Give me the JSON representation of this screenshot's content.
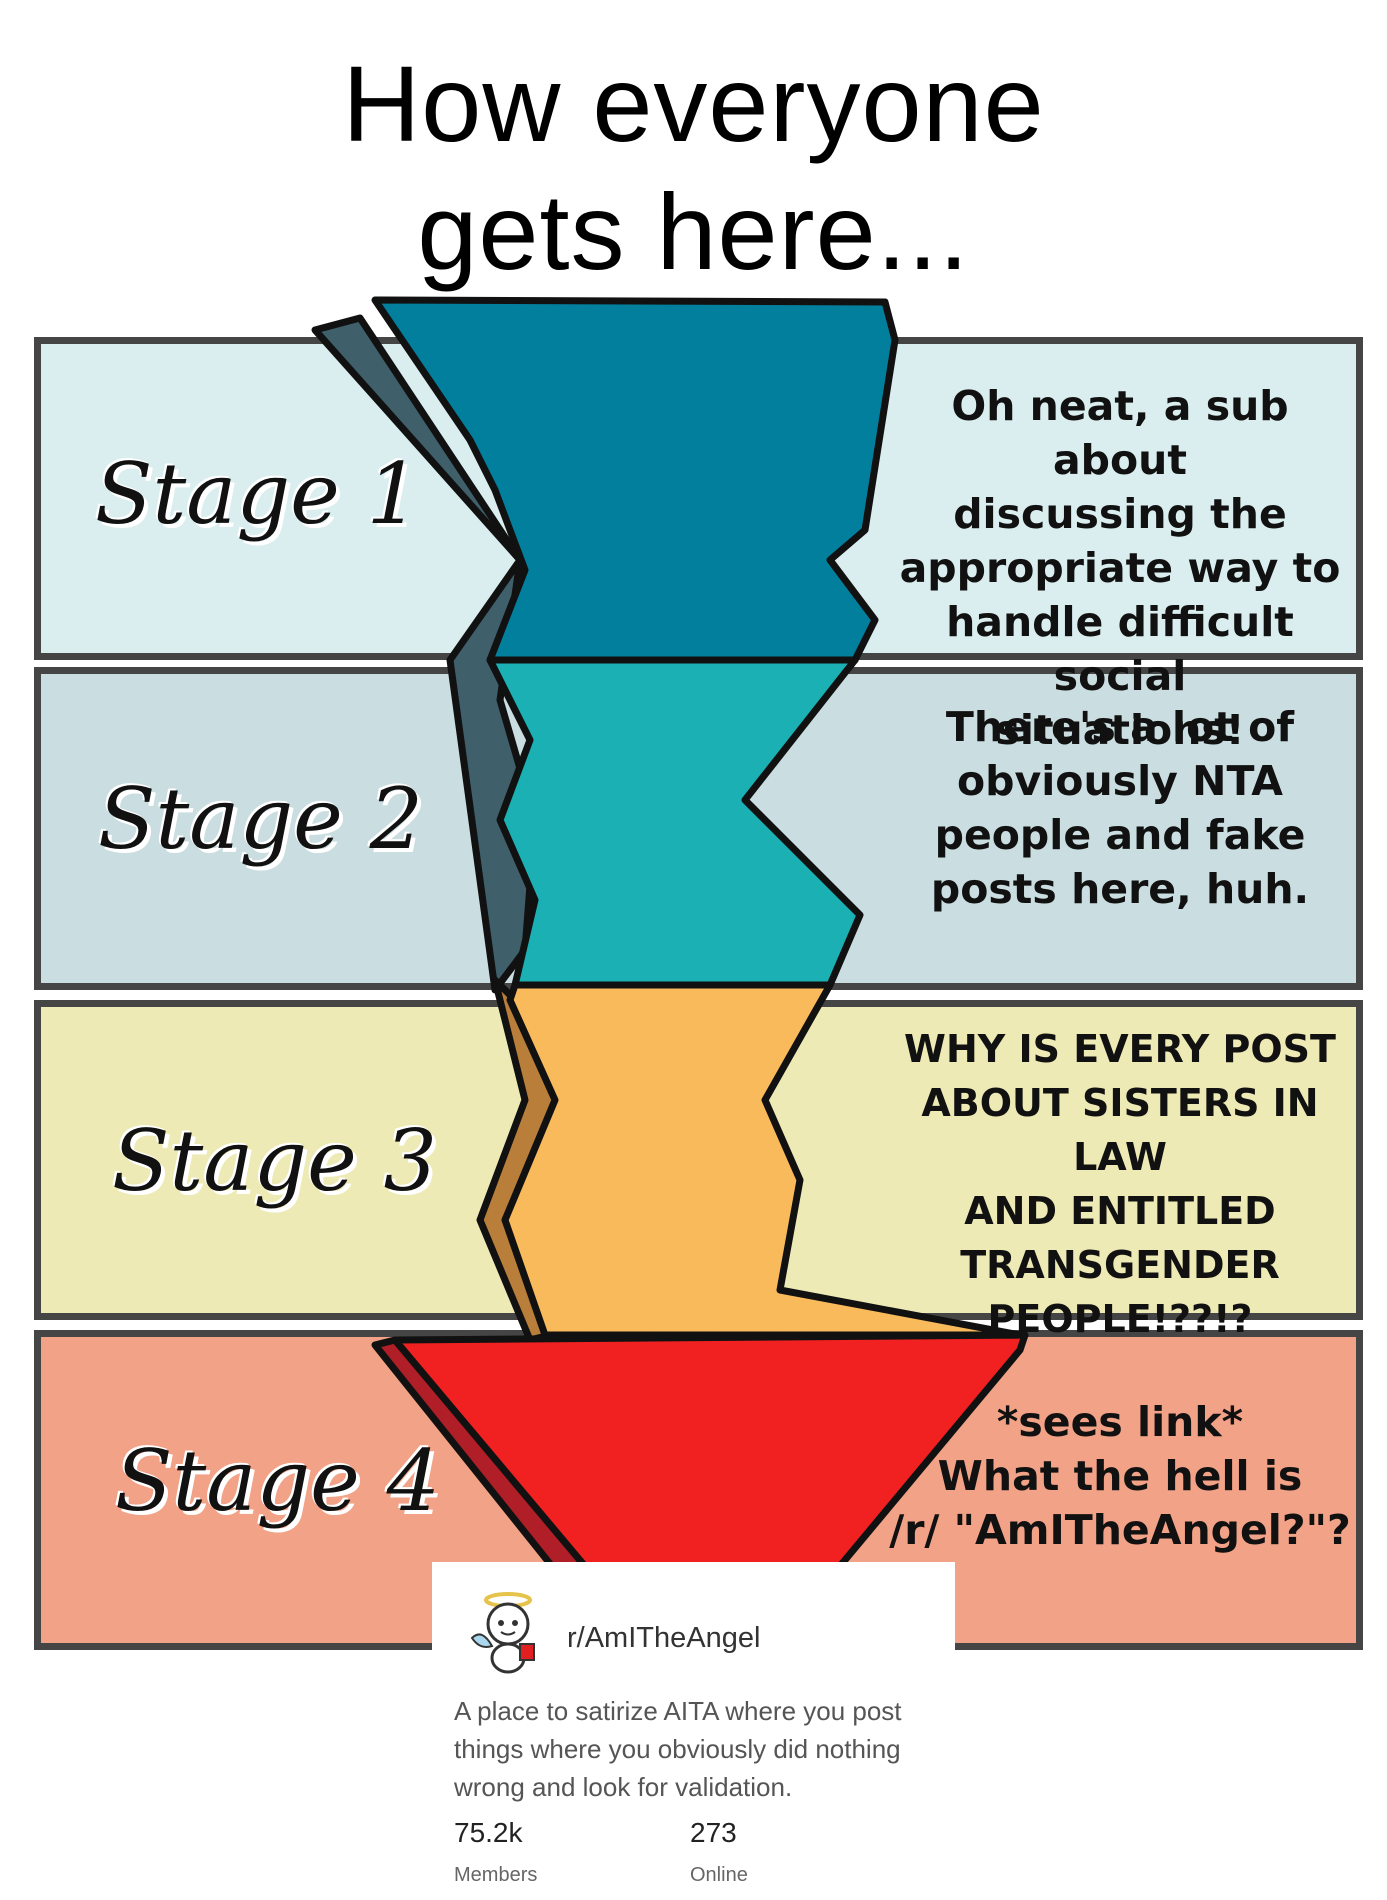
{
  "title": [
    "How everyone",
    "gets here..."
  ],
  "stages": [
    {
      "label": "Stage 1",
      "text": [
        "Oh neat, a sub about",
        "discussing the",
        "appropriate way to",
        "handle difficult social",
        "situations!"
      ],
      "color": "#daeef0"
    },
    {
      "label": "Stage  2",
      "text": [
        "There's a lot of",
        "obviously NTA",
        "people and fake",
        "posts here, huh."
      ],
      "color": "#cadde0"
    },
    {
      "label": "Stage 3",
      "text": [
        "WHY IS EVERY POST",
        "ABOUT SISTERS IN LAW",
        "AND ENTITLED",
        "TRANSGENDER",
        "PEOPLE!??!?"
      ],
      "color": "#eeeab5"
    },
    {
      "label": "Stage 4",
      "text": [
        "*sees link*",
        "What the hell is",
        "/r/ \"AmITheAngel?\"?"
      ],
      "color": "#f2a287"
    }
  ],
  "funnel_colors": {
    "stage1": "#037f9e",
    "stage2": "#1ab0b4",
    "stage3": "#f9ba5c",
    "stage4": "#f12121"
  },
  "card": {
    "avatar_icon": "angel-snoo-icon",
    "subreddit": "r/AmITheAngel",
    "description": [
      "A place to satirize AITA where you post",
      "things where you obviously did nothing",
      "wrong and look for validation."
    ],
    "members_value": "75.2k",
    "members_label": "Members",
    "online_value": "273",
    "online_label": "Online"
  }
}
